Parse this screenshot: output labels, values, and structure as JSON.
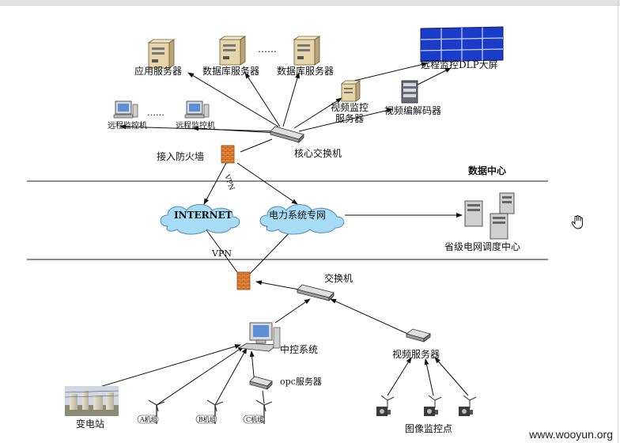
{
  "labels": {
    "app_server": "应用服务器",
    "db_server": "数据库服务器",
    "dlp_screen": "远程监控DLP大屏",
    "video_mon_server_1": "视频监控",
    "video_mon_server_2": "服务器",
    "video_codec": "视频编解码器",
    "remote_pc": "远程监控机",
    "core_switch": "核心交换机",
    "firewall_access": "接入防火墙",
    "data_center": "数据中心",
    "internet": "INTERNET",
    "power_net": "电力系统专网",
    "provincial_center": "省级电网调度中心",
    "vpn": "VPN",
    "vpn_rot": "VPN",
    "switch": "交换机",
    "central_control": "中控系统",
    "video_server": "视频服务器",
    "opc_server": "opc服务器",
    "substation": "变电站",
    "turbine_a": "A机组",
    "turbine_b": "B机组",
    "turbine_c": "C机组",
    "camera_point": "图像监控点",
    "ellipsis": "……",
    "ellipsis_small": "……"
  },
  "watermark": "www.wooyun.org"
}
